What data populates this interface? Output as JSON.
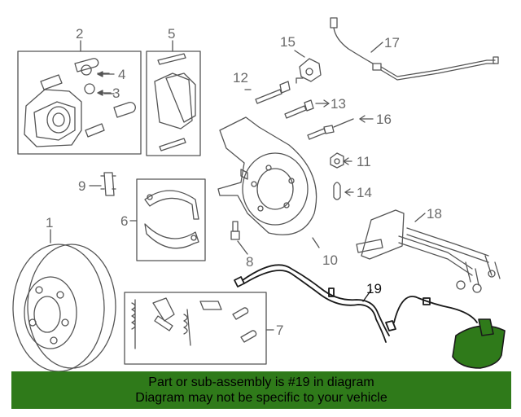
{
  "labels": {
    "c1": "1",
    "c2": "2",
    "c3": "3",
    "c4": "4",
    "c5": "5",
    "c6": "6",
    "c7": "7",
    "c8": "8",
    "c9": "9",
    "c10": "10",
    "c11": "11",
    "c12": "12",
    "c13": "13",
    "c14": "14",
    "c15": "15",
    "c16": "16",
    "c17": "17",
    "c18": "18",
    "c19": "19"
  },
  "banner": {
    "line1": "Part or sub-assembly is #19 in diagram",
    "line2": "Diagram may not be specific to your vehicle",
    "color": "#2f7a1a"
  },
  "colors": {
    "line": "#555555",
    "highlight": "#1a1a1a",
    "sensor_fill": "#2f7a1a"
  }
}
